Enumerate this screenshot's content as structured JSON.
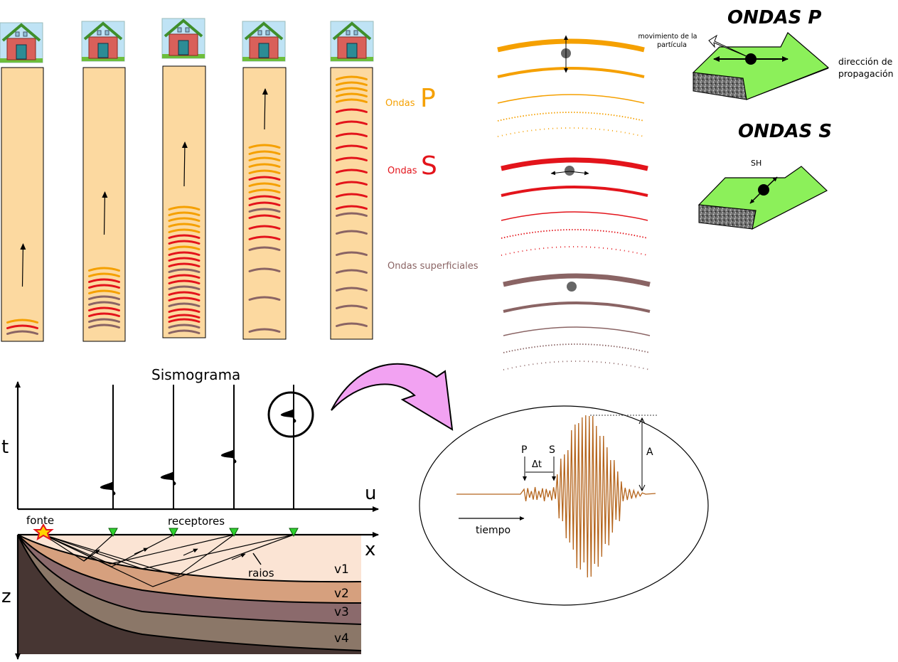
{
  "colors": {
    "p_wave": "#F5A000",
    "s_wave": "#E3141B",
    "surface_wave": "#8A6464",
    "column_fill": "#FCD9A0",
    "block_top": "#8CF05A",
    "signal": "#B5651D",
    "arrow_pink": "#F2A2F2"
  },
  "legend": {
    "p_prefix": "Ondas",
    "p_letter": "P",
    "s_prefix": "Ondas",
    "s_letter": "S",
    "surface": "Ondas superficiales"
  },
  "p_block": {
    "title": "ONDAS P",
    "movement": [
      "movimiento de la",
      "partícula"
    ],
    "direction": [
      "dirección de",
      "propagación"
    ]
  },
  "s_block": {
    "title": "ONDAS S",
    "sh": "SH"
  },
  "seismogram": {
    "title": "Sismograma",
    "t_axis": "t",
    "u_axis": "u",
    "x_axis": "x",
    "z_axis": "z",
    "source": "fonte",
    "receivers": "receptores",
    "rays": "raios",
    "layers": [
      "v1",
      "v2",
      "v3",
      "v4"
    ]
  },
  "zoom": {
    "p": "P",
    "s": "S",
    "dt": "Δt",
    "amplitude": "A",
    "time": "tiempo"
  }
}
